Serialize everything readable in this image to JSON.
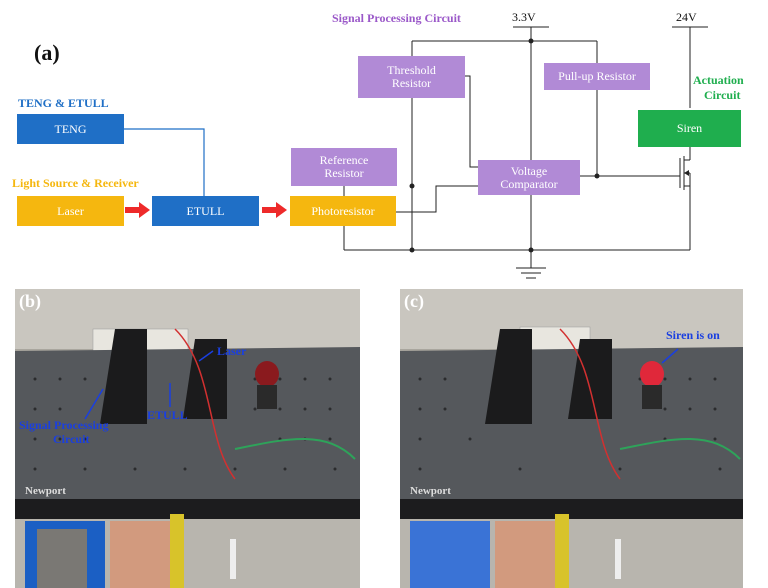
{
  "colors": {
    "blue_box": "#1f6fc6",
    "yellow_box": "#f5b70f",
    "purple_box": "#b18ad6",
    "green_box": "#1fae4e",
    "blue_text": "#1f6fc6",
    "yellow_text": "#f5b70f",
    "purple_text": "#9b59c9",
    "green_text": "#1fae4e",
    "arrow_red": "#ee2a2a",
    "annotation_blue": "#1a3fe0"
  },
  "diagram": {
    "panel_label": "(a)",
    "teng_etull_label": "TENG & ETULL",
    "light_label": "Light Source & Receiver",
    "signal_label": "Signal Processing Circuit",
    "actuation_label_1": "Actuation",
    "actuation_label_2": "Circuit",
    "v33": "3.3V",
    "v24": "24V",
    "boxes": {
      "teng": "TENG",
      "laser": "Laser",
      "etull": "ETULL",
      "photoresistor": "Photoresistor",
      "reference_1": "Reference",
      "reference_2": "Resistor",
      "threshold_1": "Threshold",
      "threshold_2": "Resistor",
      "pullup": "Pull-up Resistor",
      "comparator_1": "Voltage",
      "comparator_2": "Comparator",
      "siren": "Siren"
    }
  },
  "photo_b": {
    "panel_label": "(b)",
    "annotations": {
      "laser": "Laser",
      "etull": "ETULL",
      "signal_1": "Signal Processing",
      "signal_2": "Circuit"
    },
    "brand": "Newport"
  },
  "photo_c": {
    "panel_label": "(c)",
    "annotations": {
      "siren_on": "Siren is on"
    },
    "brand": "Newport"
  }
}
